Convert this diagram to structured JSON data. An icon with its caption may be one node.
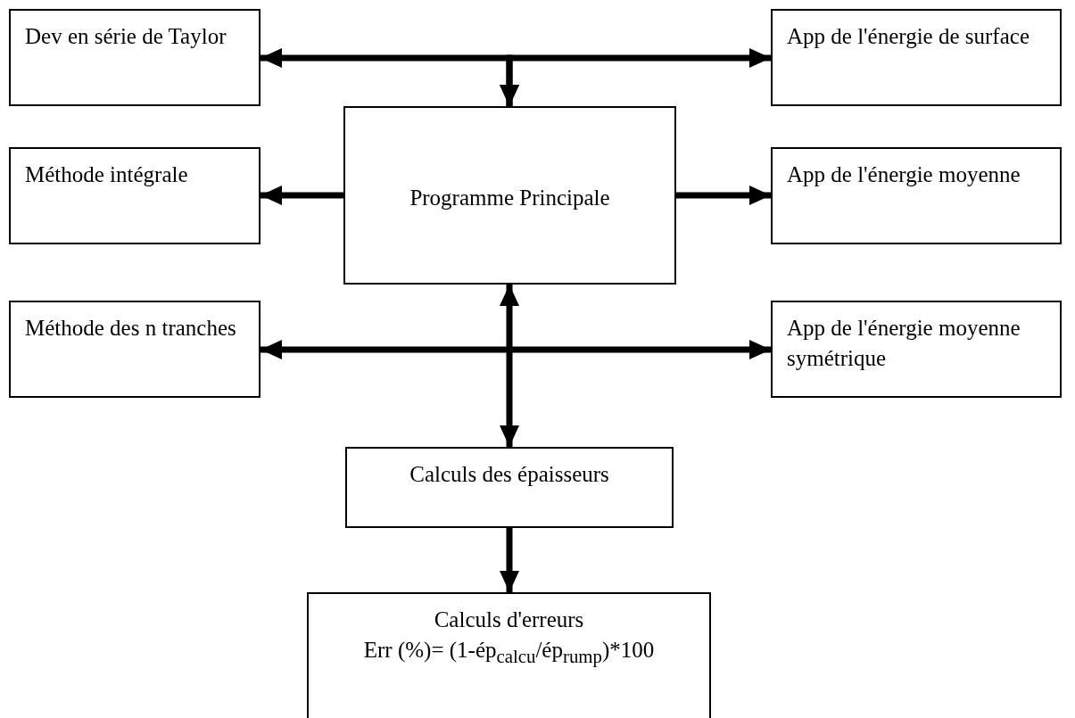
{
  "diagram": {
    "nodes": [
      {
        "text": [
          "Dev en série de Taylor"
        ]
      },
      {
        "text": [
          "App de l'énergie de surface"
        ]
      },
      {
        "text": [
          "Programme Principale"
        ]
      },
      {
        "text": [
          "Méthode intégrale"
        ]
      },
      {
        "text": [
          "App de l'énergie moyenne"
        ]
      },
      {
        "text": [
          "Méthode des n tranches"
        ]
      },
      {
        "text": [
          "App de l'énergie moyenne symétrique"
        ]
      },
      {
        "text": [
          "Calculs des épaisseurs"
        ]
      },
      {
        "text": [
          "Calculs d'erreurs",
          "Err (%)= (1-ép$_{calcu}$/ép$_{rump}$)*100"
        ]
      }
    ],
    "edges": [
      {
        "from": 0,
        "to": 2,
        "arrow": "both"
      },
      {
        "from": 1,
        "to": 2,
        "arrow": "both"
      },
      {
        "from": 2,
        "to": 3,
        "arrow": "to"
      },
      {
        "from": 2,
        "to": 4,
        "arrow": "to"
      },
      {
        "from": 5,
        "to": 6,
        "arrow": "both"
      },
      {
        "from": 2,
        "to": 7,
        "arrow": "both"
      },
      {
        "from": 7,
        "to": 8,
        "arrow": "to"
      }
    ]
  }
}
